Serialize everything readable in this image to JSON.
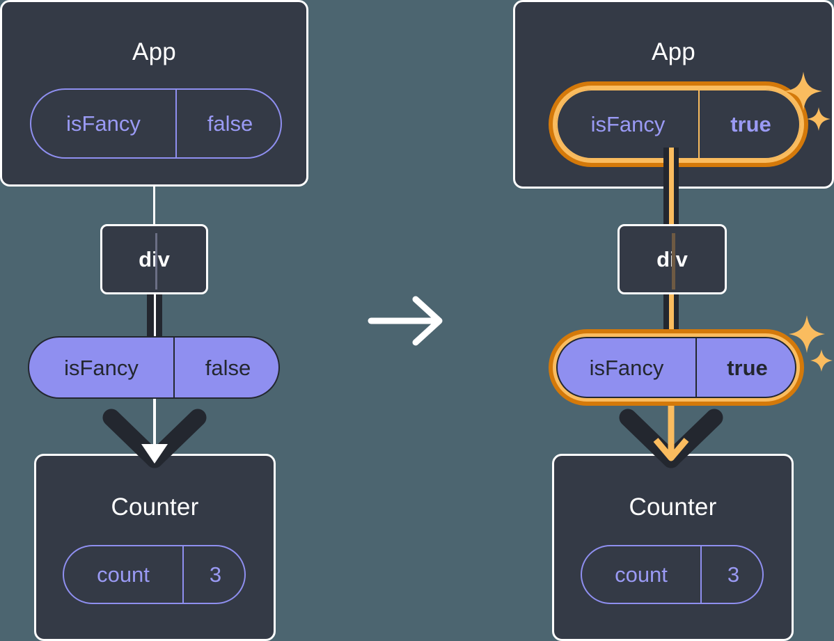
{
  "diagram": {
    "title": "React state update propagation",
    "background_color": "#4c6570",
    "panel_color": "#343a46",
    "accent_purple": "#8f8ff0",
    "accent_orange_light": "#fabc5f",
    "accent_orange_dark": "#d4790a",
    "line_white": "#ffffff",
    "line_dark": "#23272f"
  },
  "transition": {
    "icon": "arrow-right-icon",
    "label": "→"
  },
  "before": {
    "app": {
      "title": "App",
      "state_pill": {
        "name": "isFancy",
        "value": "false",
        "highlighted": false,
        "style": "outline"
      }
    },
    "div": {
      "label": "div"
    },
    "props_pill": {
      "name": "isFancy",
      "value": "false",
      "highlighted": false,
      "style": "solid"
    },
    "counter": {
      "title": "Counter",
      "state_pill": {
        "name": "count",
        "value": "3",
        "highlighted": false,
        "style": "outline"
      }
    }
  },
  "after": {
    "app": {
      "title": "App",
      "state_pill": {
        "name": "isFancy",
        "value": "true",
        "highlighted": true,
        "style": "outline"
      },
      "sparkle": "sparkle-icon"
    },
    "div": {
      "label": "div"
    },
    "props_pill": {
      "name": "isFancy",
      "value": "true",
      "highlighted": true,
      "style": "solid",
      "sparkle": "sparkle-icon"
    },
    "counter": {
      "title": "Counter",
      "state_pill": {
        "name": "count",
        "value": "3",
        "highlighted": false,
        "style": "outline"
      }
    }
  }
}
